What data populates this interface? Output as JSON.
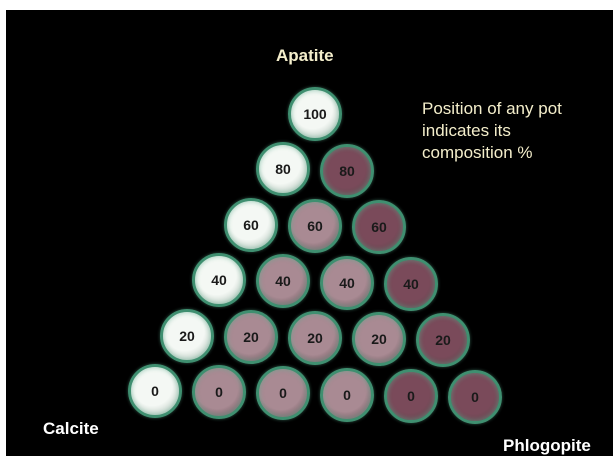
{
  "labels": {
    "apex": "Apatite",
    "left_vertex": "Calcite",
    "right_vertex": "Phlogopite",
    "note_lines": [
      "Position of any pot",
      "indicates its",
      "composition %"
    ]
  },
  "pots": [
    {
      "value": "100",
      "row": 0,
      "col": 0
    },
    {
      "value": "80",
      "row": 1,
      "col": 0
    },
    {
      "value": "80",
      "row": 1,
      "col": 1
    },
    {
      "value": "60",
      "row": 2,
      "col": 0
    },
    {
      "value": "60",
      "row": 2,
      "col": 1
    },
    {
      "value": "60",
      "row": 2,
      "col": 2
    },
    {
      "value": "40",
      "row": 3,
      "col": 0
    },
    {
      "value": "40",
      "row": 3,
      "col": 1
    },
    {
      "value": "40",
      "row": 3,
      "col": 2
    },
    {
      "value": "40",
      "row": 3,
      "col": 3
    },
    {
      "value": "20",
      "row": 4,
      "col": 0
    },
    {
      "value": "20",
      "row": 4,
      "col": 1
    },
    {
      "value": "20",
      "row": 4,
      "col": 2
    },
    {
      "value": "20",
      "row": 4,
      "col": 3
    },
    {
      "value": "20",
      "row": 4,
      "col": 4
    },
    {
      "value": "0",
      "row": 5,
      "col": 0
    },
    {
      "value": "0",
      "row": 5,
      "col": 1
    },
    {
      "value": "0",
      "row": 5,
      "col": 2
    },
    {
      "value": "0",
      "row": 5,
      "col": 3
    },
    {
      "value": "0",
      "row": 5,
      "col": 4
    },
    {
      "value": "0",
      "row": 5,
      "col": 5
    }
  ],
  "colors": {
    "background": "#000000",
    "pot_white": "#e6ece6",
    "pot_mauve": "#a98a93",
    "pot_dark": "#7a4a5a",
    "rim": "#3f8f70"
  }
}
